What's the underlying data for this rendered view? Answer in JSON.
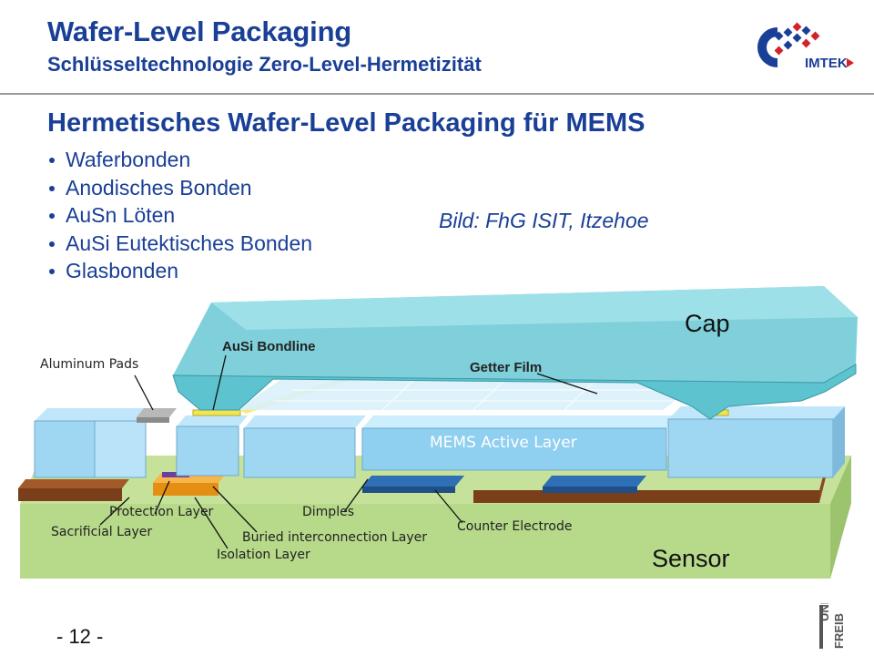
{
  "header": {
    "title": "Wafer-Level Packaging",
    "subtitle": "Schlüsseltechnologie Zero-Level-Hermetizität",
    "institute_logo_text": "IMTEK"
  },
  "content": {
    "heading": "Hermetisches Wafer-Level Packaging für MEMS",
    "bullets": [
      "Waferbonden",
      "Anodisches Bonden",
      "AuSn Löten",
      "AuSi Eutektisches Bonden",
      "Glasbonden"
    ],
    "image_credit": "Bild: FhG ISIT, Itzehoe"
  },
  "figure": {
    "labels": {
      "aluminum_pads": "Aluminum Pads",
      "ausi_bondline": "AuSi Bondline",
      "getter_film": "Getter Film",
      "cap": "Cap",
      "mems_active_layer": "MEMS Active Layer",
      "protection_layer": "Protection Layer",
      "sacrificial_layer": "Sacrificial Layer",
      "dimples": "Dimples",
      "buried_interconnection_layer": "Buried interconnection Layer",
      "isolation_layer": "Isolation Layer",
      "counter_electrode": "Counter Electrode",
      "sensor": "Sensor"
    },
    "colors": {
      "cap": "#5cc3cf",
      "mems_layer": "#9fd6f2",
      "sensor_substrate": "#c6e29a",
      "brown_layer": "#8a4a22",
      "electrode": "#2e6fb5",
      "bondline": "#f0e552",
      "orange": "#f0a020"
    }
  },
  "footer": {
    "page_number": "- 12 -",
    "university_logo_text": "UNI FREIBURG"
  }
}
